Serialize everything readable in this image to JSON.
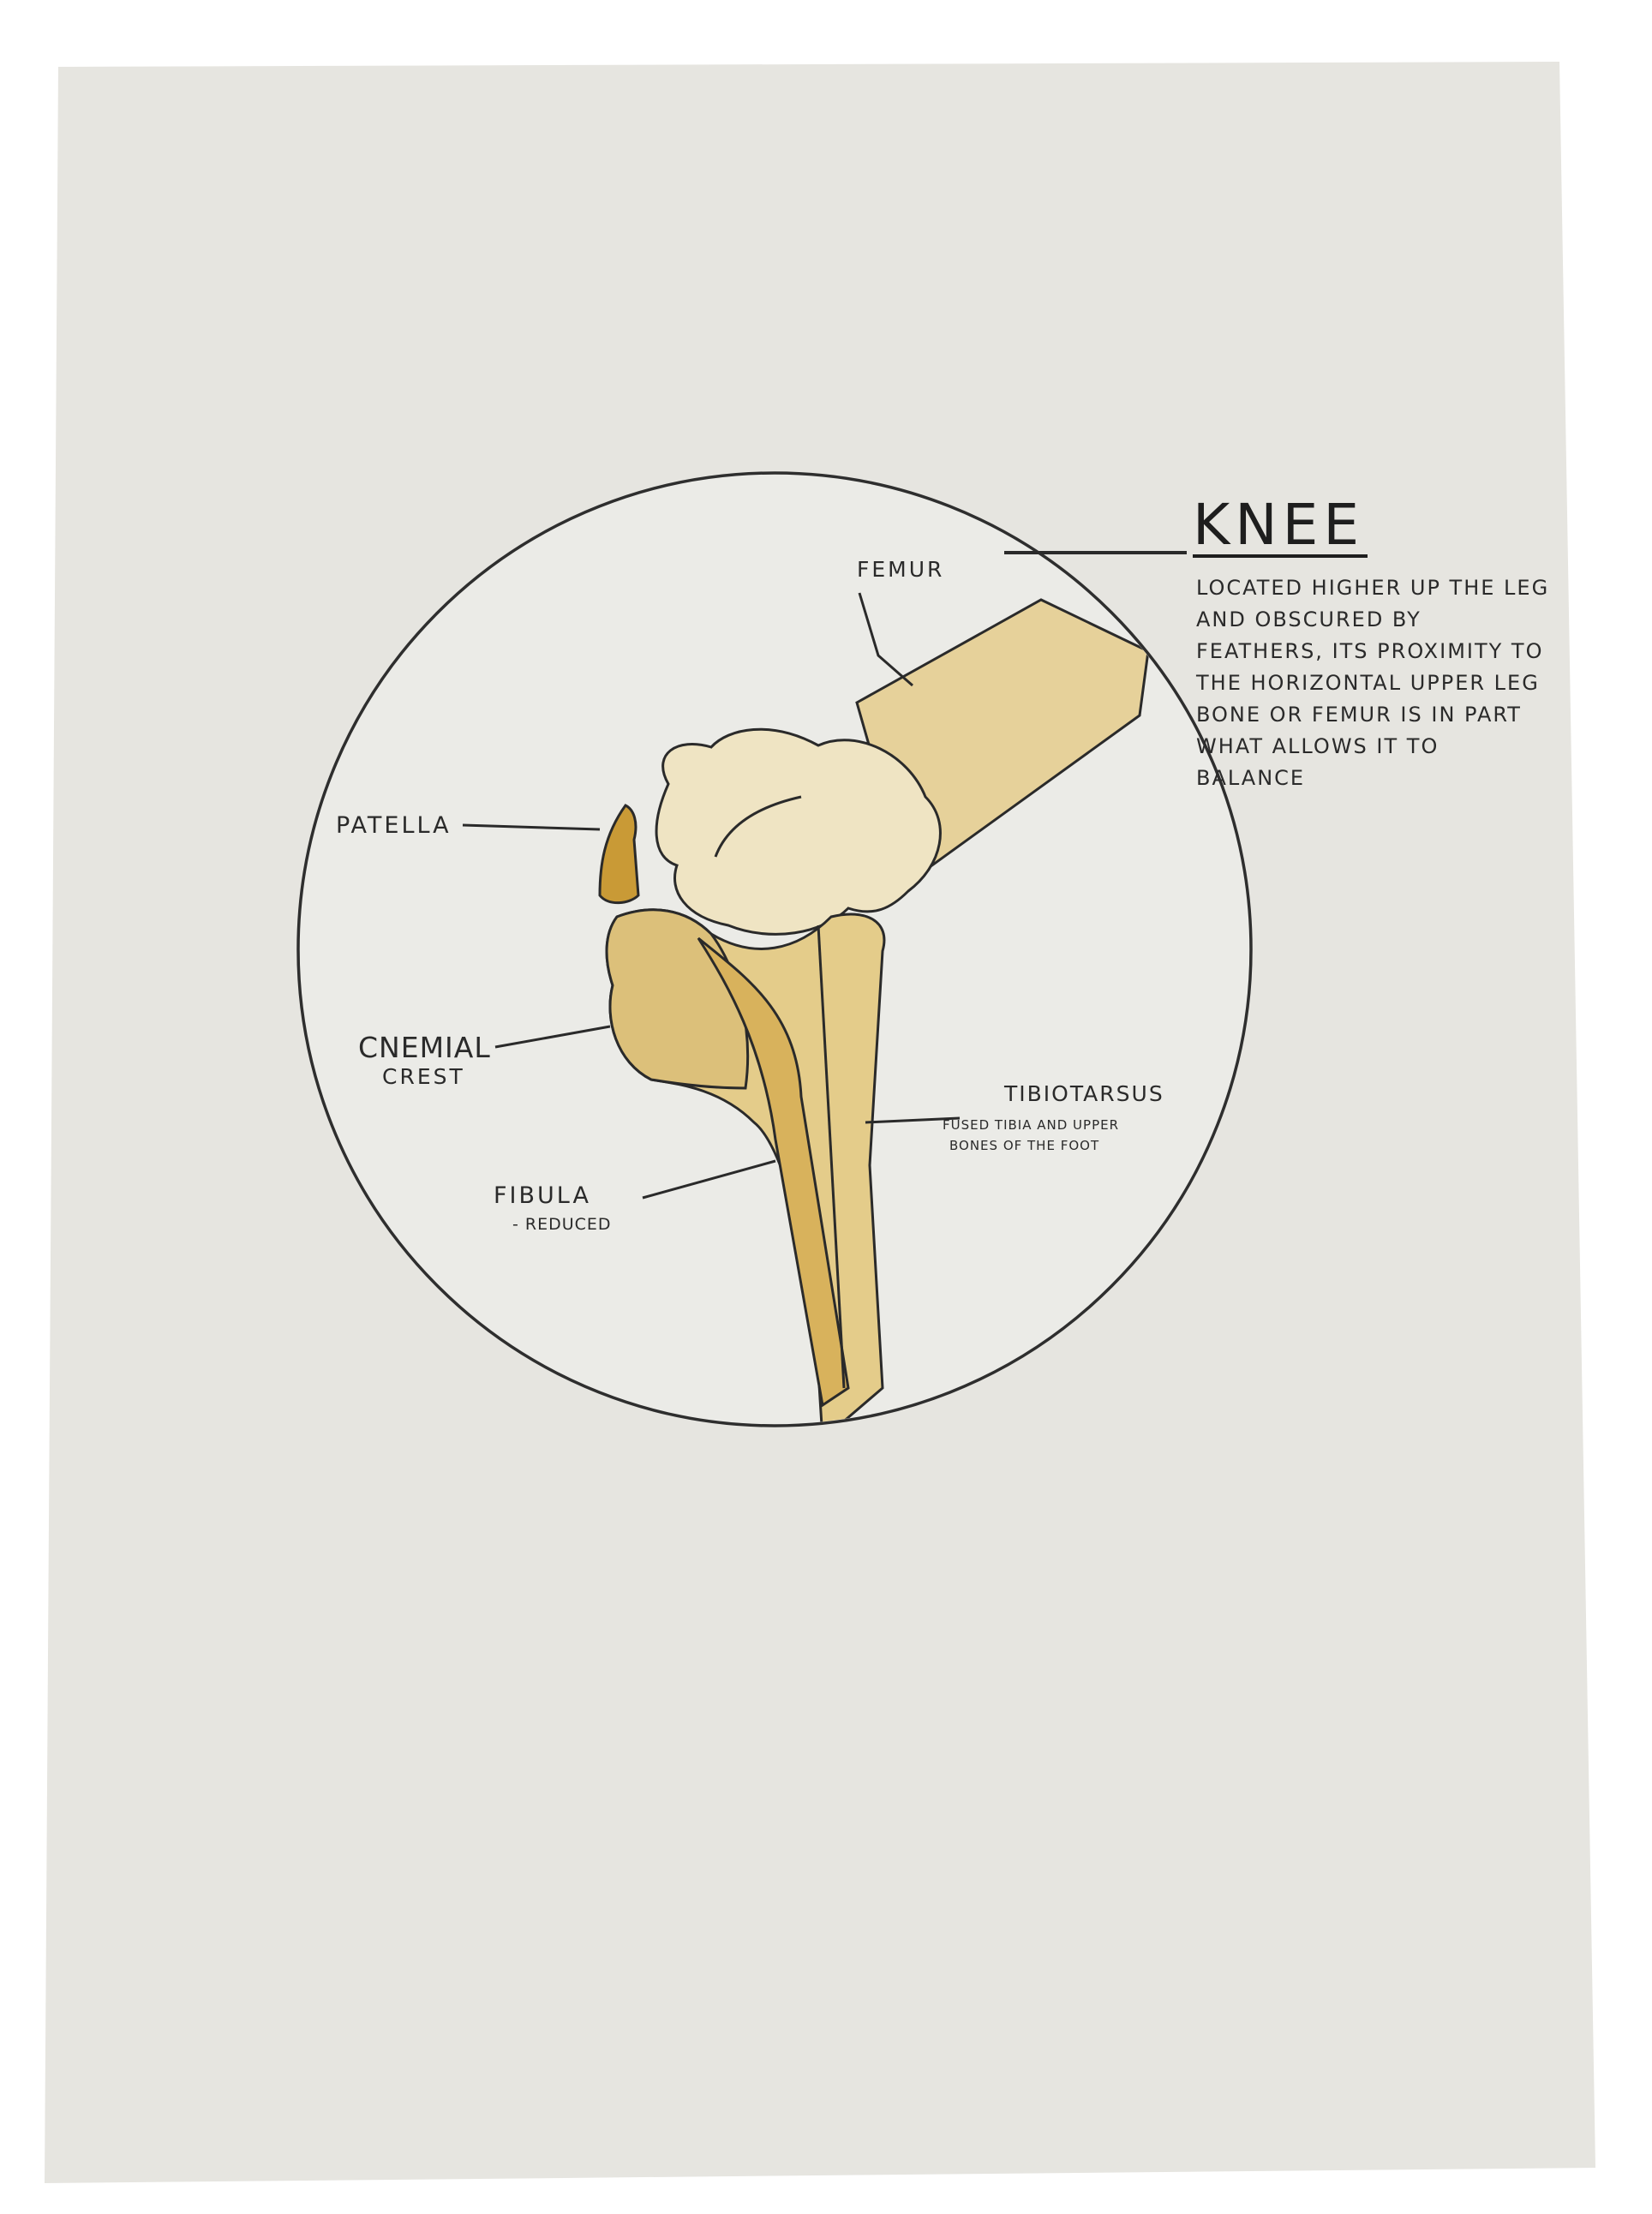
{
  "colors": {
    "background": "#ffffff",
    "paper": "#e5e4df",
    "ink": "#2a2a2a",
    "bone_fill": "#e9d7a6",
    "bone_fill_dark": "#d8b25c",
    "patella_fill": "#c99a36"
  },
  "heading": {
    "title": "KNEE",
    "description": "LOCATED HIGHER UP THE LEG AND OBSCURED BY FEATHERS, ITS PROXIMITY TO THE HORIZONTAL UPPER LEG BONE OR FEMUR IS IN PART WHAT ALLOWS IT TO BALANCE"
  },
  "labels": {
    "femur": "FEMUR",
    "patella": "PATELLA",
    "cnemial_crest_line1": "CNEMIAL",
    "cnemial_crest_line2": "CREST",
    "tibiotarsus": "TIBIOTARSUS",
    "tibiotarsus_note_line1": "FUSED TIBIA AND UPPER",
    "tibiotarsus_note_line2": "BONES OF THE FOOT",
    "fibula": "FIBULA",
    "fibula_note": "- REDUCED"
  }
}
